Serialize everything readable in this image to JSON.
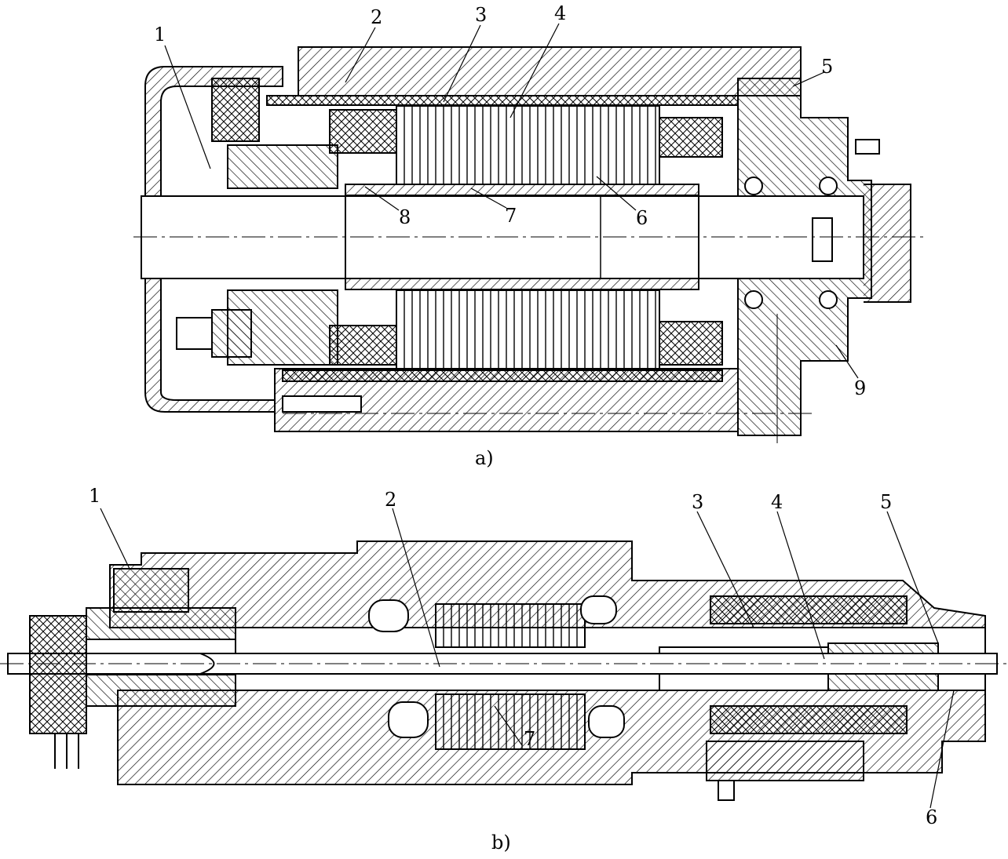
{
  "figure_a": {
    "caption": "a)",
    "labels": [
      "1",
      "2",
      "3",
      "4",
      "5",
      "6",
      "7",
      "8",
      "9"
    ]
  },
  "figure_b": {
    "caption": "b)",
    "labels": [
      "1",
      "2",
      "3",
      "4",
      "5",
      "6",
      "7"
    ]
  },
  "colors": {
    "ink": "#000000",
    "paper": "#ffffff"
  }
}
